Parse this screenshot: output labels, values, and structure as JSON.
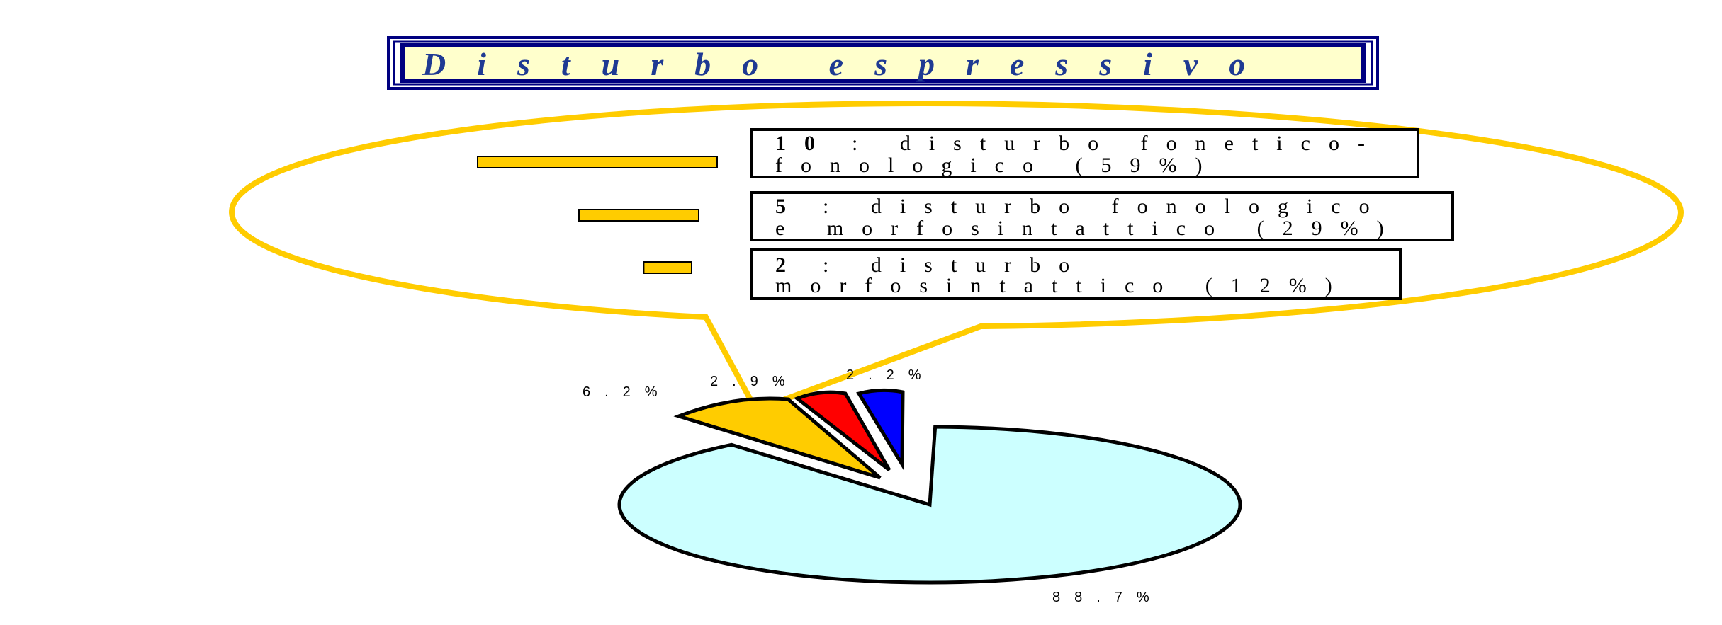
{
  "title": "Disturbo espressivo",
  "colors": {
    "title_bg": "#ffffcc",
    "title_border": "#000080",
    "title_text": "#1f3a93",
    "callout_stroke": "#ffcc00",
    "bar_fill": "#ffcc00"
  },
  "legend": [
    {
      "count": "10",
      "line1": ": disturbo fonetico-",
      "line2": "fonologico (59%)",
      "bar_value": 10
    },
    {
      "count": "5",
      "line1": ": disturbo fonologico",
      "line2": "e morfosintattico (29%)",
      "bar_value": 5
    },
    {
      "count": "2",
      "line1": ": disturbo",
      "line2": "morfosintattico (12%)",
      "bar_value": 2
    }
  ],
  "chart_data": {
    "type": "pie",
    "title": "Disturbo espressivo",
    "series": [
      {
        "label": "88.7%",
        "value": 88.7,
        "color": "#ccffff"
      },
      {
        "label": "6.2%",
        "value": 6.2,
        "color": "#ffcc00"
      },
      {
        "label": "2.9%",
        "value": 2.9,
        "color": "#ff0000"
      },
      {
        "label": "2.2%",
        "value": 2.2,
        "color": "#0000ff"
      }
    ],
    "legend_placement": "top"
  }
}
